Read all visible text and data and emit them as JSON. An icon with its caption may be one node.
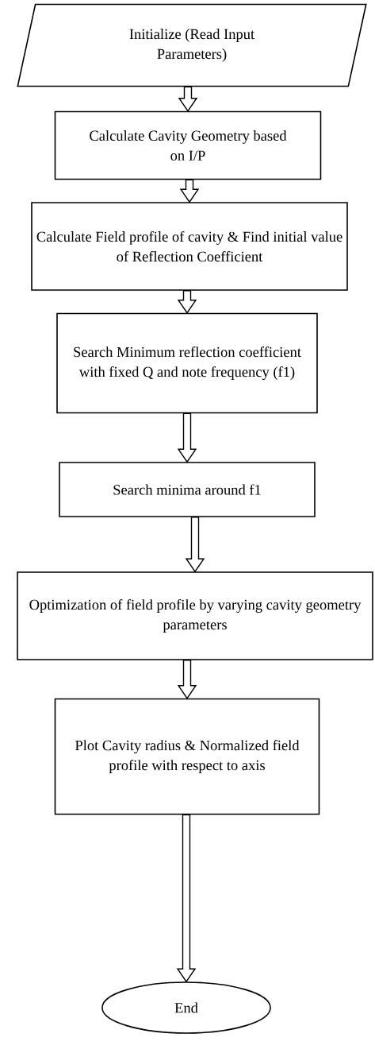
{
  "diagram": {
    "nodes": [
      {
        "text": [
          "Initialize (Read Input Parameters)"
        ]
      },
      {
        "text": [
          "Calculate Cavity Geometry based on I/P"
        ]
      },
      {
        "text": [
          "Calculate Field profile of cavity & Find initial value of Reflection Coefficient"
        ]
      },
      {
        "text": [
          "Search Minimum reflection coefficient with fixed Q and note frequency (f1)"
        ]
      },
      {
        "text": [
          "Search minima around f1"
        ]
      },
      {
        "text": [
          "Optimization of field profile by varying cavity geometry parameters"
        ]
      },
      {
        "text": [
          "Plot Cavity radius & Normalized field profile with respect to axis"
        ]
      },
      {
        "text": [
          "End"
        ]
      }
    ],
    "edges": [
      {
        "from": 0,
        "to": 1,
        "arrow": "to"
      },
      {
        "from": 1,
        "to": 2,
        "arrow": "to"
      },
      {
        "from": 2,
        "to": 3,
        "arrow": "to"
      },
      {
        "from": 3,
        "to": 4,
        "arrow": "to"
      },
      {
        "from": 4,
        "to": 5,
        "arrow": "to"
      },
      {
        "from": 5,
        "to": 6,
        "arrow": "to"
      },
      {
        "from": 6,
        "to": 7,
        "arrow": "to"
      }
    ]
  }
}
